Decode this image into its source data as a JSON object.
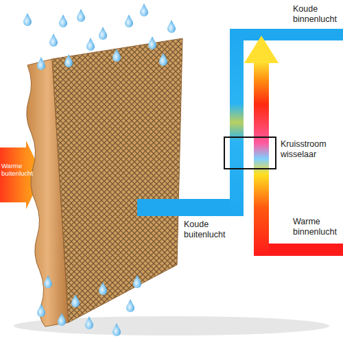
{
  "diagram": {
    "labels": [
      "Warme buitenlucht",
      "Koude binnenlucht",
      "Kruisstroom wisselaar",
      "Warme binnenlucht",
      "Koude buitenlucht"
    ]
  }
}
